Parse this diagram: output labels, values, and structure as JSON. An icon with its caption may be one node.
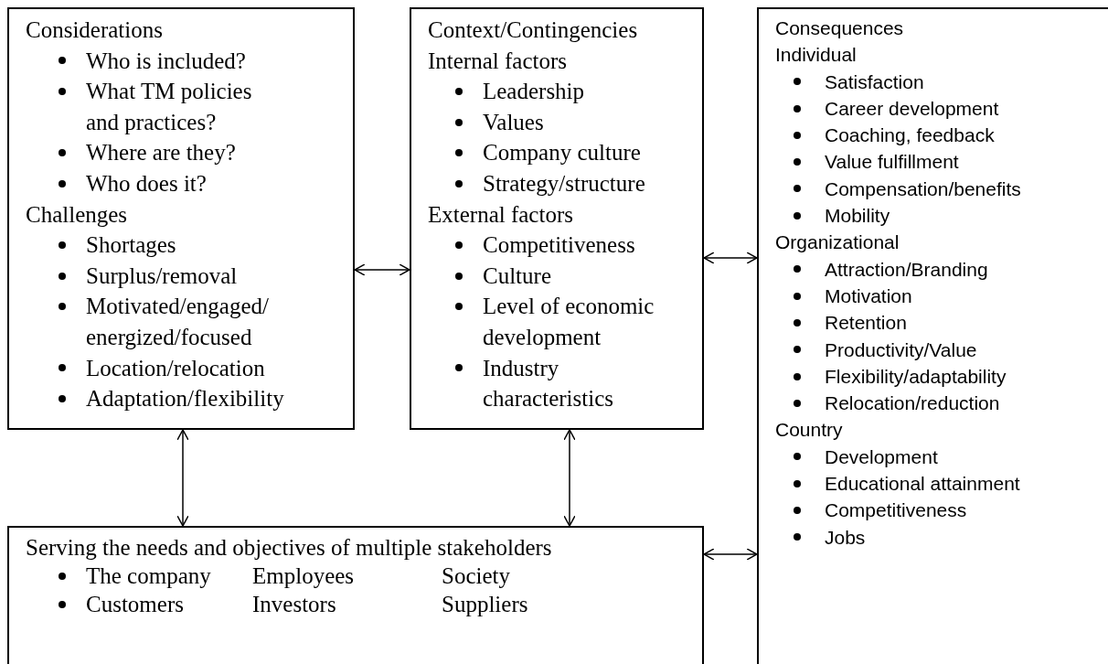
{
  "diagram": {
    "nodes": [
      {
        "text": [
          "Considerations",
          "Who is included?",
          "What TM policies and practices?",
          "Where are they?",
          "Who does it?",
          "Challenges",
          "Shortages",
          "Surplus/removal",
          "Motivated/engaged/ energized/focused",
          "Location/relocation",
          "Adaptation/flexibility"
        ]
      },
      {
        "text": [
          "Context/Contingencies",
          "Internal factors",
          "Leadership",
          "Values",
          "Company culture",
          "Strategy/structure",
          "External factors",
          "Competitiveness",
          "Culture",
          "Level of economic development",
          "Industry characteristics"
        ]
      },
      {
        "text": [
          "Consequences",
          "Individual",
          "Satisfaction",
          "Career development",
          "Coaching, feedback",
          "Value fulfillment",
          "Compensation/benefits",
          "Mobility",
          "Organizational",
          "Attraction/Branding",
          "Motivation",
          "Retention",
          "Productivity/Value",
          "Flexibility/adaptability",
          "Relocation/reduction",
          "Country",
          "Development",
          "Educational attainment",
          "Competitiveness",
          "Jobs"
        ]
      },
      {
        "text": [
          "Serving the needs and objectives of multiple stakeholders",
          "The company",
          "Employees",
          "Society",
          "Customers",
          "Investors",
          "Suppliers"
        ]
      }
    ],
    "edges": [
      {
        "from": 0,
        "to": 1,
        "arrow": "both"
      },
      {
        "from": 1,
        "to": 2,
        "arrow": "both"
      },
      {
        "from": 0,
        "to": 3,
        "arrow": "both"
      },
      {
        "from": 1,
        "to": 3,
        "arrow": "both"
      },
      {
        "from": 3,
        "to": 2,
        "arrow": "both"
      }
    ]
  }
}
